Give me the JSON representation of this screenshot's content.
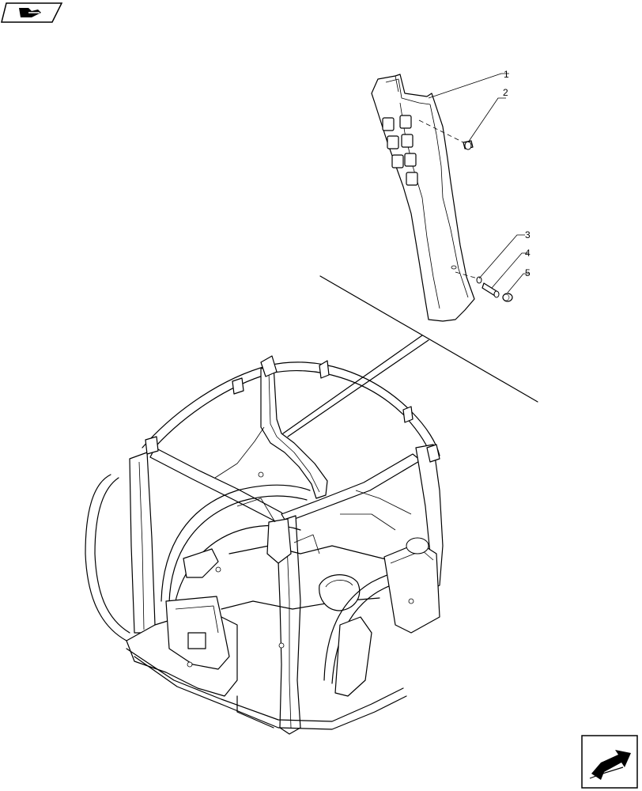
{
  "diagram": {
    "callouts": [
      {
        "id": "callout-1",
        "label": "1"
      },
      {
        "id": "callout-2",
        "label": "2"
      },
      {
        "id": "callout-3",
        "label": "3"
      },
      {
        "id": "callout-4",
        "label": "4"
      },
      {
        "id": "callout-5",
        "label": "5"
      }
    ]
  },
  "icons": {
    "top_left": "book-page-icon",
    "bottom_right": "next-page-arrow-icon"
  },
  "colors": {
    "line": "#000000",
    "background": "#ffffff"
  }
}
